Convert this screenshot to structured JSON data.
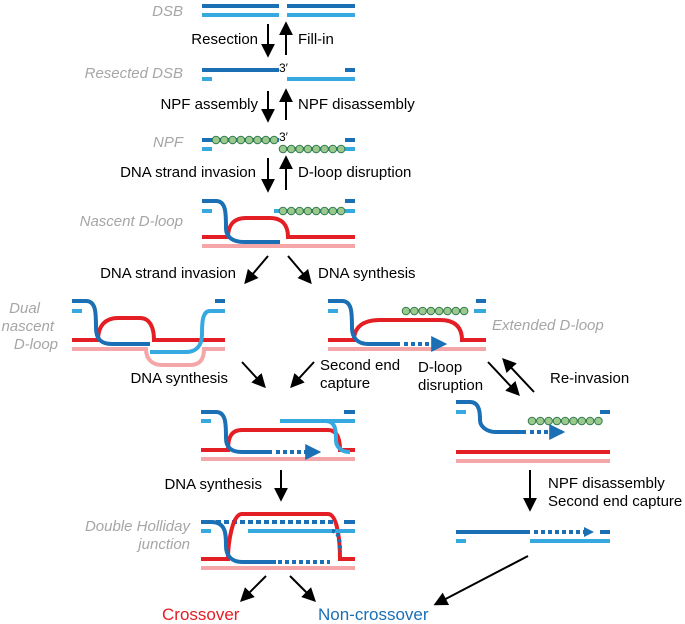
{
  "colors": {
    "dark_blue": "#1a6fb5",
    "light_blue": "#37a9e1",
    "red": "#e31e24",
    "pink": "#f4a6a8",
    "protein_fill": "#9bc98c",
    "protein_edge": "#2f7a4f",
    "stage_label": "#a6a6a6",
    "crossover": "#e31e24",
    "non_crossover": "#1a6fb5"
  },
  "stages": {
    "dsb": "DSB",
    "resected_dsb": "Resected DSB",
    "npf": "NPF",
    "nascent_dloop": "Nascent D-loop",
    "dual_nascent_line1": "Dual",
    "dual_nascent_line2": "nascent",
    "dual_nascent_line3": "D-loop",
    "extended_dloop": "Extended D-loop",
    "dhj_line1": "Double Holliday",
    "dhj_line2": "junction"
  },
  "steps": {
    "resection": "Resection",
    "fill_in": "Fill-in",
    "npf_assembly": "NPF assembly",
    "npf_disassembly": "NPF disassembly",
    "dna_strand_invasion": "DNA strand invasion",
    "dloop_disruption": "D-loop disruption",
    "second_invasion": "DNA strand invasion",
    "dna_synthesis_right": "DNA synthesis",
    "dna_synthesis_left": "DNA synthesis",
    "second_end_capture_line1": "Second end",
    "second_end_capture_line2": "capture",
    "dloop_disruption2_line1": "D-loop",
    "dloop_disruption2_line2": "disruption",
    "reinvasion": "Re-invasion",
    "dna_synthesis_bottom": "DNA synthesis",
    "npf_disassembly_sec_line1": "NPF disassembly",
    "npf_disassembly_sec_line2": "Second end capture"
  },
  "three_prime": "3′",
  "outcomes": {
    "crossover": "Crossover",
    "non_crossover": "Non-crossover"
  }
}
